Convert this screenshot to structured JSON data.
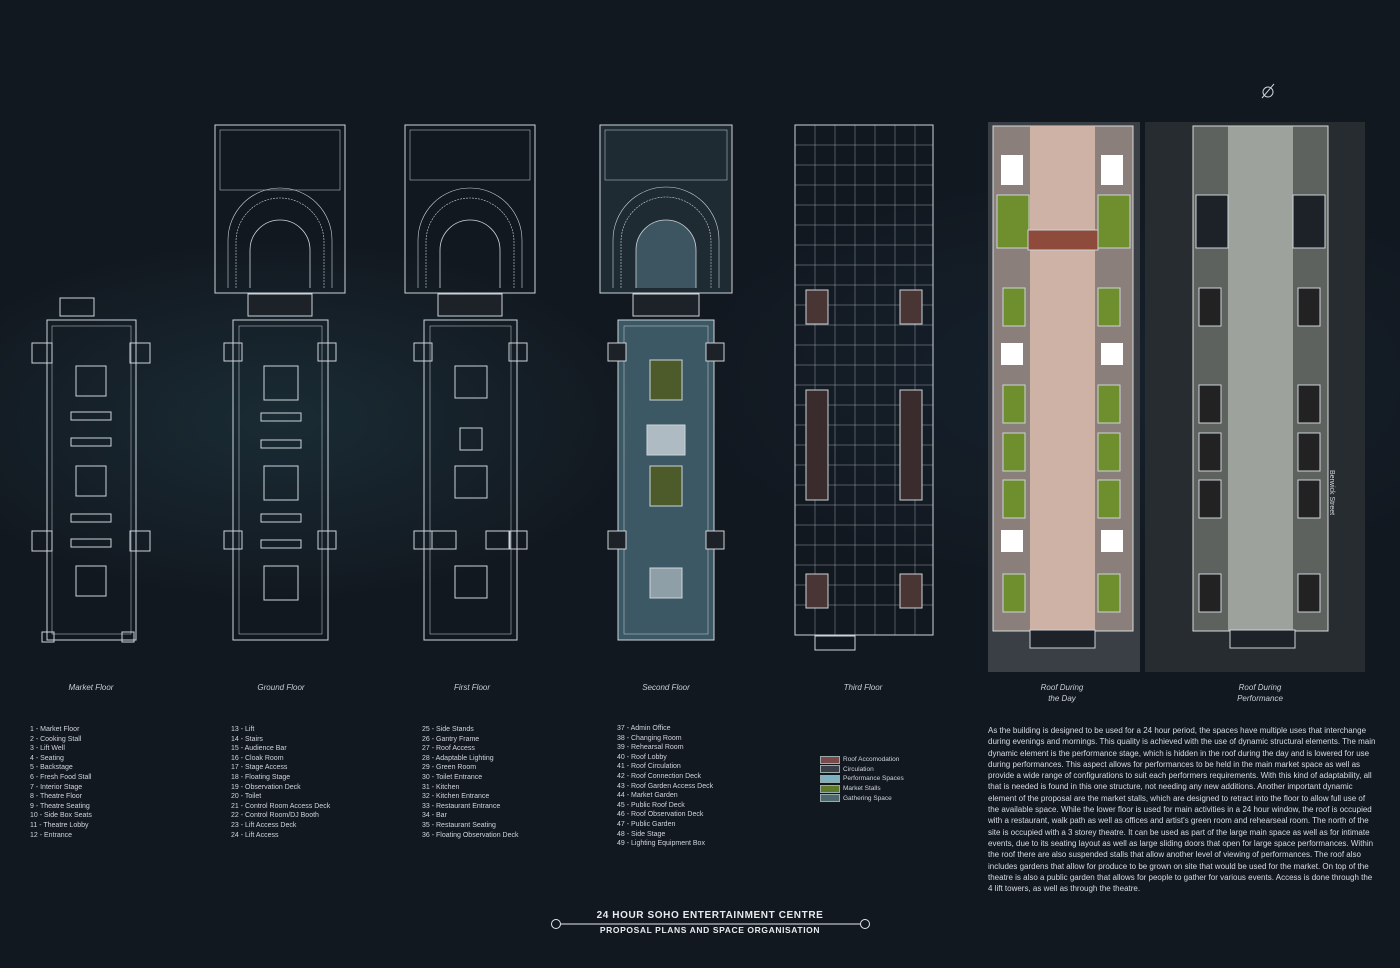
{
  "captions": {
    "market": "Market Floor",
    "ground": "Ground Floor",
    "first": "First Floor",
    "second": "Second Floor",
    "third": "Third Floor",
    "roof_day_1": "Roof During",
    "roof_day_2": "the Day",
    "roof_perf_1": "Roof During",
    "roof_perf_2": "Performance"
  },
  "legend": {
    "col1": [
      "1 - Market  Floor",
      "2 - Cooking Stall",
      "3 - Lift Well",
      "4 - Seating",
      "5 - Backstage",
      "6 - Fresh Food Stall",
      "7 - Interior Stage",
      "8 - Theatre Floor",
      "9 -  Theatre Seating",
      "10 - Side Box Seats",
      "11 - Theatre Lobby",
      "12 - Entrance"
    ],
    "col2": [
      "13 - Lift",
      "14 - Stairs",
      "15 - Audience Bar",
      "16 - Cloak Room",
      "17 - Stage Access",
      "18 - Floating Stage",
      "19 - Observation Deck",
      "20 - Toilet",
      "21 - Control Room Access Deck",
      "22 - Control Room/DJ Booth",
      "23 - Lift Access Deck",
      "24 - Lift Access"
    ],
    "col3": [
      "25 - Side Stands",
      "26 - Gantry Frame",
      "27 - Roof Access",
      "28 - Adaptable Lighting",
      "29 - Green Room",
      "30 - Toilet Entrance",
      "31 - Kitchen",
      "32 - Kitchen Entrance",
      "33 - Restaurant Entrance",
      "34 - Bar",
      "35 - Restaurant Seating",
      "36 - Floating Observation Deck"
    ],
    "col4": [
      "37 - Admin Office",
      "38 - Changing Room",
      "39 - Rehearsal Room",
      "40 - Roof Lobby",
      "41 - Roof Circulation",
      "42 - Roof Connection Deck",
      "43 -  Roof Garden Access Deck",
      "44 - Market Garden",
      "45 - Public Roof Deck",
      "46 - Roof Observation Deck",
      "47 - Public Garden",
      "48 - Side Stage",
      "49 - Lighting Equipment Box"
    ]
  },
  "space_key": [
    {
      "label": "Roof Accomodation",
      "color": "#7a4a4a"
    },
    {
      "label": "Circulation",
      "color": "#3a3f48"
    },
    {
      "label": "Performance Spaces",
      "color": "#7fb0c0"
    },
    {
      "label": "Market Stalls",
      "color": "#5e7a2a"
    },
    {
      "label": "Gathering Space",
      "color": "#4e6870"
    }
  ],
  "description": "As the building is designed to be used for a 24 hour period, the spaces have multiple uses that interchange during evenings and mornings. This quality is achieved with the use of dynamic structural elements. The main dynamic element is the performance stage, which is hidden in the roof during the day and is lowered for use during performances. This aspect allows for performances to be held in the main market space as well as provide a wide range of configurations to suit each performers requirements. With this kind of  adaptability, all that is needed is found in this one structure, not needing any new additions. Another important dynamic element of the proposal are the market stalls, which are designed to retract into the floor to allow full use of the available space. While the lower floor is used for main activities in a 24 hour window, the roof is occupied with a restaurant, walk path as well as offices and artist’s green room and rehearseal room. The north of the site is occupied with a 3 storey theatre. It can be used as part of the large main space as well as for intimate events, due to its seating layout as well as large sliding doors that open for large space performances. Within the roof there are also suspended stalls that allow another level of viewing of performances. The roof also includes gardens that allow for produce to be grown on site that would be used for the market. On top of the theatre is also a public garden that allows for people to gather for various events. Access is done through the 4 lift towers, as well as through the theatre.",
  "title": {
    "main": "24 HOUR SOHO ENTERTAINMENT CENTRE",
    "sub": "PROPOSAL PLANS AND SPACE ORGANISATION"
  },
  "street_label": "Berwick Street",
  "plan_colors": {
    "line": "#cdd3d8",
    "performance": "#6e9eae",
    "garden": "#6f8f2e",
    "roof_day": "#c9b2a4",
    "roof_perf": "#bfc4bf"
  }
}
